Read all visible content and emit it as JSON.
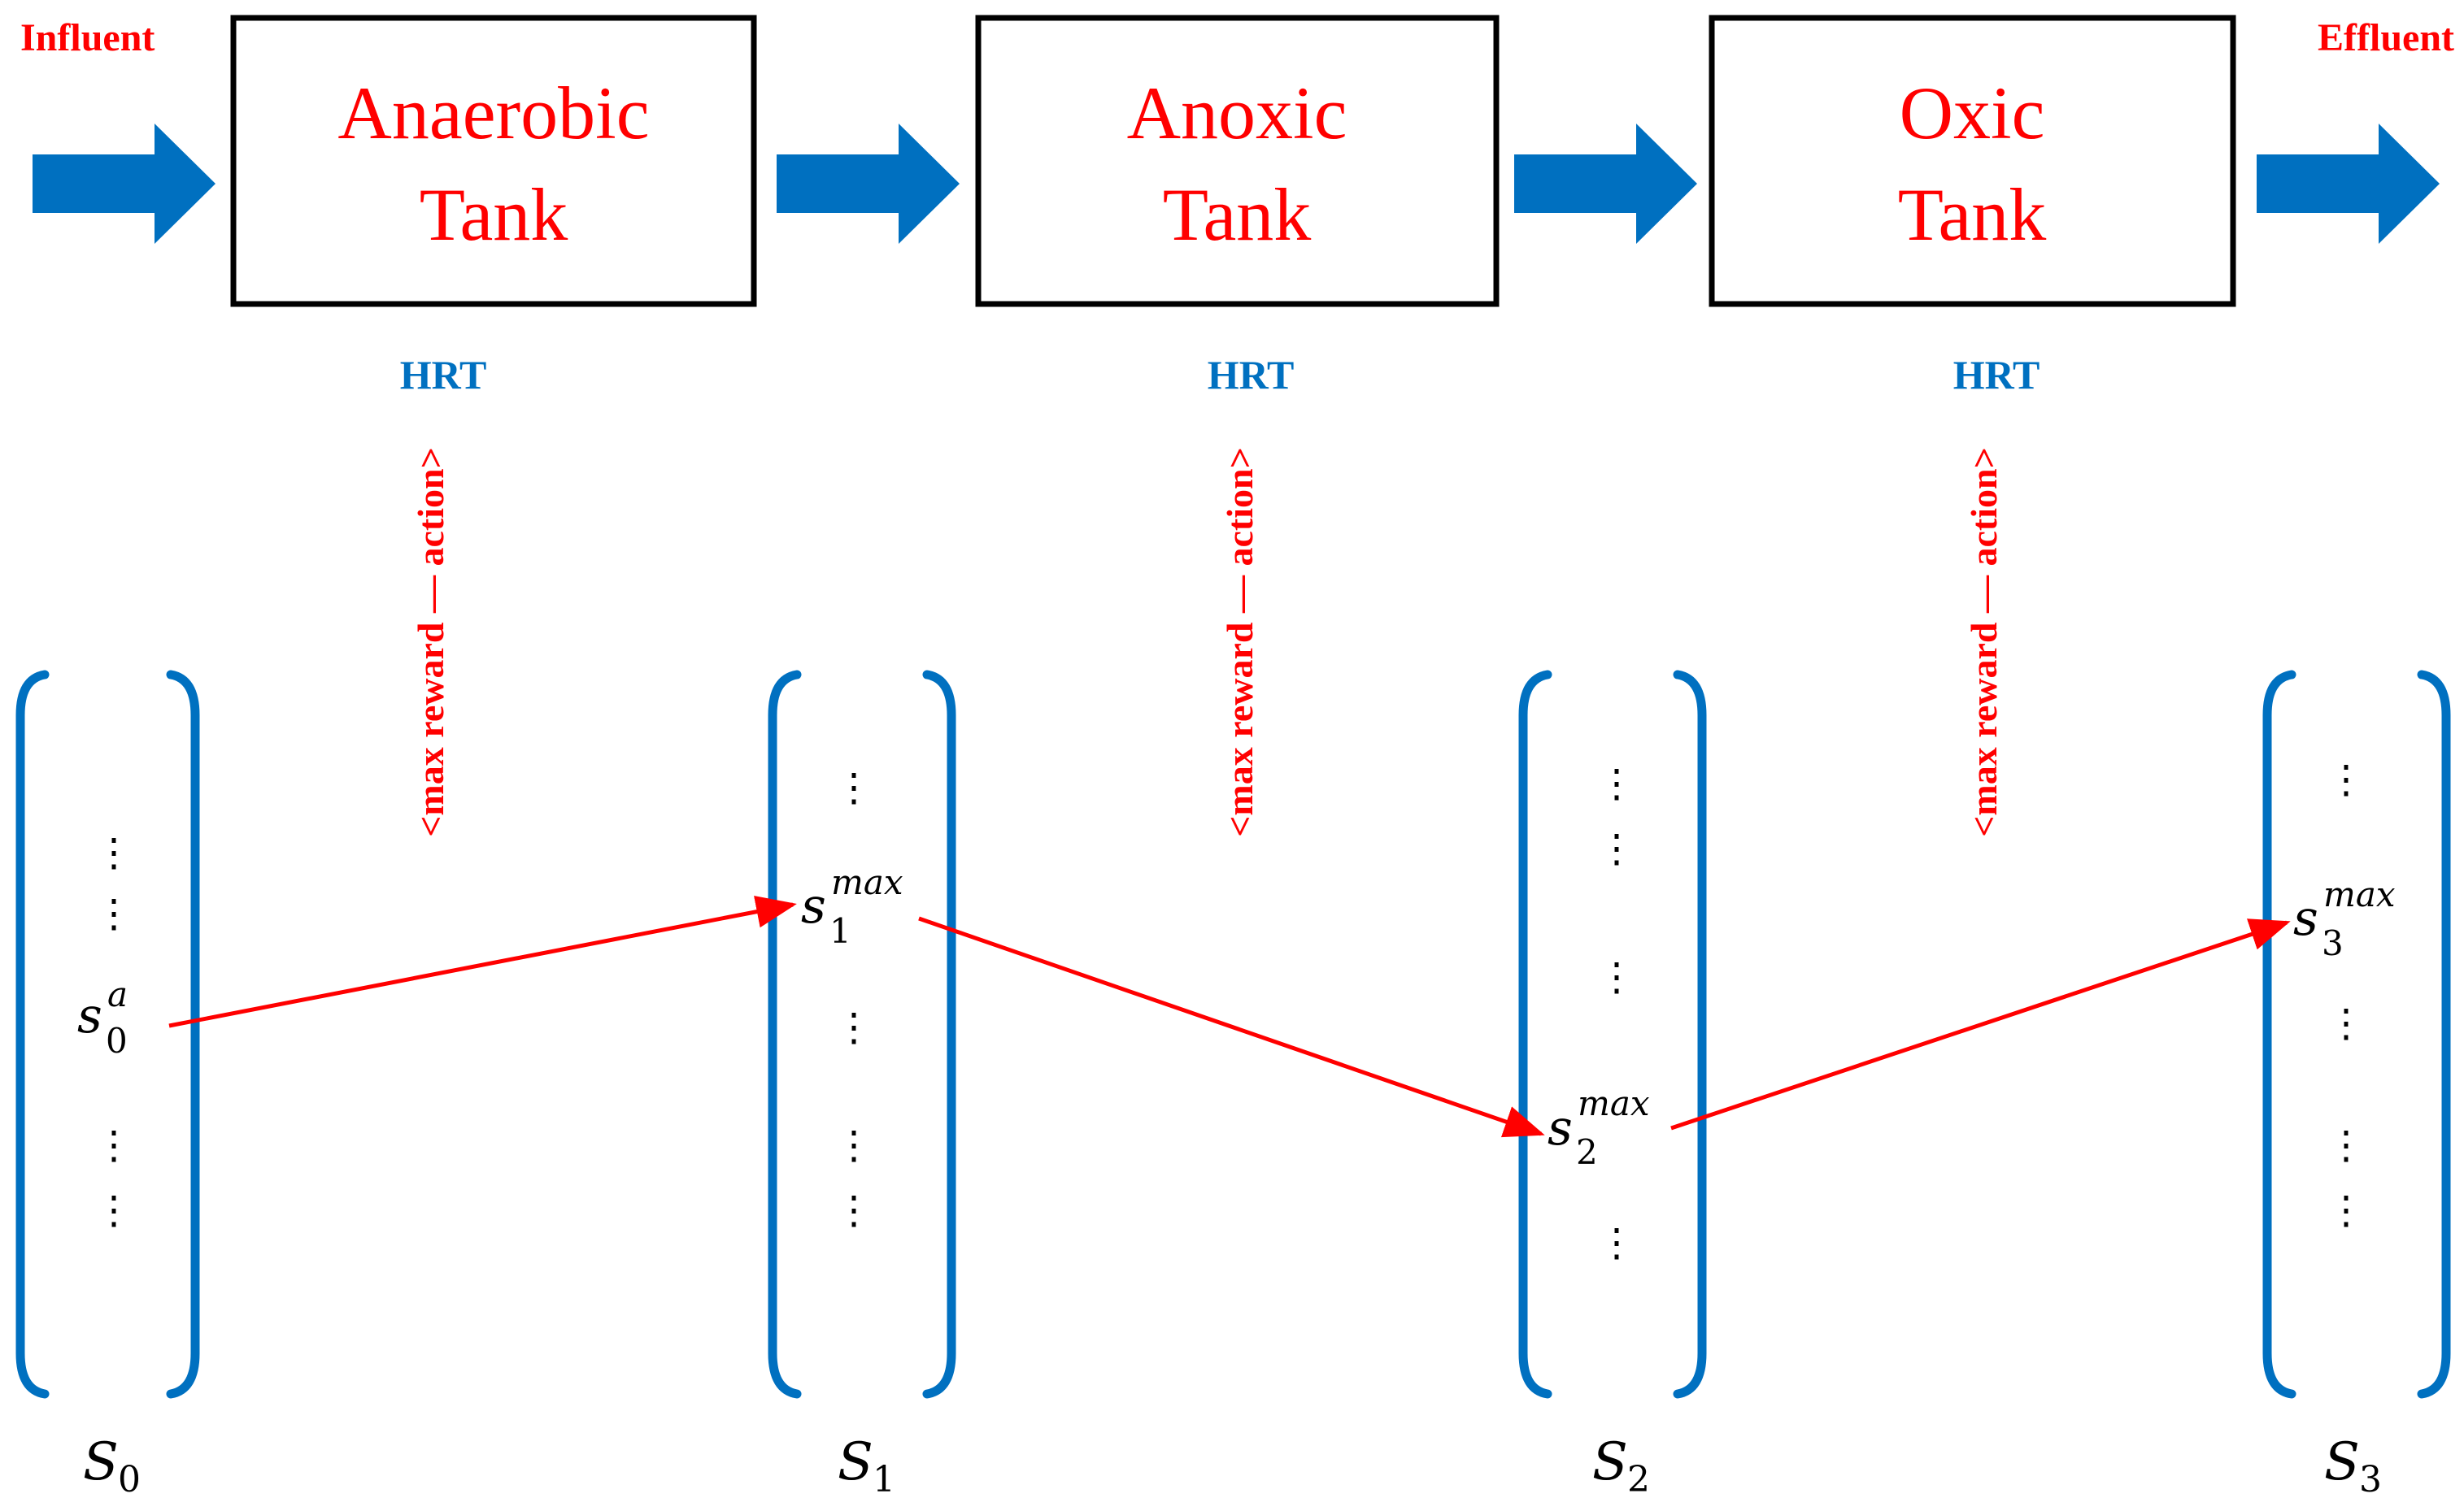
{
  "colors": {
    "flow_arrow": "#0070c0",
    "bracket": "#0070c0",
    "hrt_text": "#0070c0",
    "label_red": "#ff0000",
    "tank_border": "#000000",
    "tank_text": "#ff0000",
    "state_text": "#000000",
    "transition_arrow": "#ff0000"
  },
  "flow": {
    "influent": "Influent",
    "effluent": "Effluent"
  },
  "tanks": [
    {
      "line1": "Anaerobic",
      "line2": "Tank"
    },
    {
      "line1": "Anoxic",
      "line2": "Tank"
    },
    {
      "line1": "Oxic",
      "line2": "Tank"
    }
  ],
  "hrt": {
    "label": "HRT",
    "action_label": "<max reward — action>"
  },
  "state_sets": [
    {
      "name": "S",
      "sub": "0"
    },
    {
      "name": "S",
      "sub": "1"
    },
    {
      "name": "S",
      "sub": "2"
    },
    {
      "name": "S",
      "sub": "3"
    }
  ],
  "selected_states": [
    {
      "base": "s",
      "sub": "0",
      "sup": "a"
    },
    {
      "base": "s",
      "sub": "1",
      "sup": "max"
    },
    {
      "base": "s",
      "sub": "2",
      "sup": "max"
    },
    {
      "base": "s",
      "sub": "3",
      "sup": "max"
    }
  ],
  "ellipsis_marks": [
    "⋮",
    "⋮",
    "⋮",
    "⋮",
    "⋮",
    "⋮",
    "⋮",
    "⋮",
    "⋮",
    "⋮",
    "⋮",
    "⋮",
    "⋮",
    "⋮"
  ]
}
